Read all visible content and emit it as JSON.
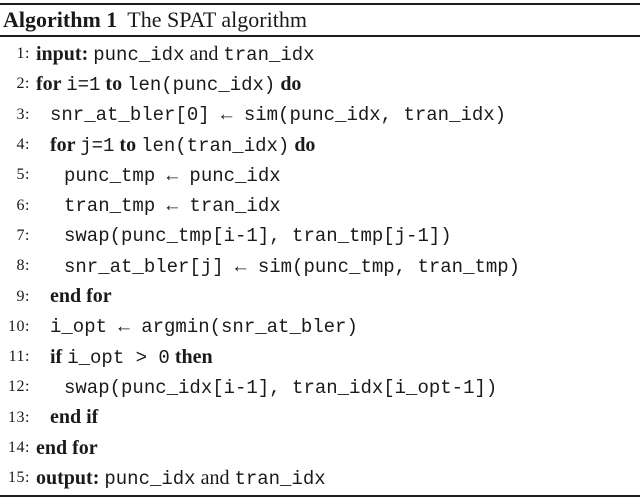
{
  "algorithm": {
    "label": "Algorithm 1",
    "title": "The SPAT algorithm",
    "lines": [
      {
        "num": "1:",
        "indent": 0,
        "segments": [
          {
            "t": "input: ",
            "s": "kw"
          },
          {
            "t": "punc_idx",
            "s": "code"
          },
          {
            "t": " and ",
            "s": "plain"
          },
          {
            "t": "tran_idx",
            "s": "code"
          }
        ]
      },
      {
        "num": "2:",
        "indent": 0,
        "segments": [
          {
            "t": "for ",
            "s": "kw"
          },
          {
            "t": "i=1",
            "s": "code"
          },
          {
            "t": " to ",
            "s": "kw"
          },
          {
            "t": "len(punc_idx)",
            "s": "code"
          },
          {
            "t": " do",
            "s": "kw"
          }
        ]
      },
      {
        "num": "3:",
        "indent": 1,
        "segments": [
          {
            "t": "snr_at_bler[0] ← sim(punc_idx, tran_idx)",
            "s": "code"
          }
        ]
      },
      {
        "num": "4:",
        "indent": 1,
        "segments": [
          {
            "t": "for ",
            "s": "kw"
          },
          {
            "t": "j=1",
            "s": "code"
          },
          {
            "t": " to ",
            "s": "kw"
          },
          {
            "t": "len(tran_idx)",
            "s": "code"
          },
          {
            "t": " do",
            "s": "kw"
          }
        ]
      },
      {
        "num": "5:",
        "indent": 2,
        "segments": [
          {
            "t": "punc_tmp ← punc_idx",
            "s": "code"
          }
        ]
      },
      {
        "num": "6:",
        "indent": 2,
        "segments": [
          {
            "t": "tran_tmp ← tran_idx",
            "s": "code"
          }
        ]
      },
      {
        "num": "7:",
        "indent": 2,
        "segments": [
          {
            "t": "swap(punc_tmp[i-1], tran_tmp[j-1])",
            "s": "code"
          }
        ]
      },
      {
        "num": "8:",
        "indent": 2,
        "segments": [
          {
            "t": "snr_at_bler[j] ← sim(punc_tmp, tran_tmp)",
            "s": "code"
          }
        ]
      },
      {
        "num": "9:",
        "indent": 1,
        "segments": [
          {
            "t": "end for",
            "s": "kw"
          }
        ]
      },
      {
        "num": "10:",
        "indent": 1,
        "segments": [
          {
            "t": "i_opt ← argmin(snr_at_bler)",
            "s": "code"
          }
        ]
      },
      {
        "num": "11:",
        "indent": 1,
        "segments": [
          {
            "t": "if ",
            "s": "kw"
          },
          {
            "t": "i_opt > 0",
            "s": "code"
          },
          {
            "t": " then",
            "s": "kw"
          }
        ]
      },
      {
        "num": "12:",
        "indent": 2,
        "segments": [
          {
            "t": "swap(punc_idx[i-1], tran_idx[i_opt-1])",
            "s": "code"
          }
        ]
      },
      {
        "num": "13:",
        "indent": 1,
        "segments": [
          {
            "t": "end if",
            "s": "kw"
          }
        ]
      },
      {
        "num": "14:",
        "indent": 0,
        "segments": [
          {
            "t": "end for",
            "s": "kw"
          }
        ]
      },
      {
        "num": "15:",
        "indent": 0,
        "segments": [
          {
            "t": "output: ",
            "s": "kw"
          },
          {
            "t": "punc_idx",
            "s": "code"
          },
          {
            "t": " and ",
            "s": "plain"
          },
          {
            "t": "tran_idx",
            "s": "code"
          }
        ]
      }
    ]
  }
}
